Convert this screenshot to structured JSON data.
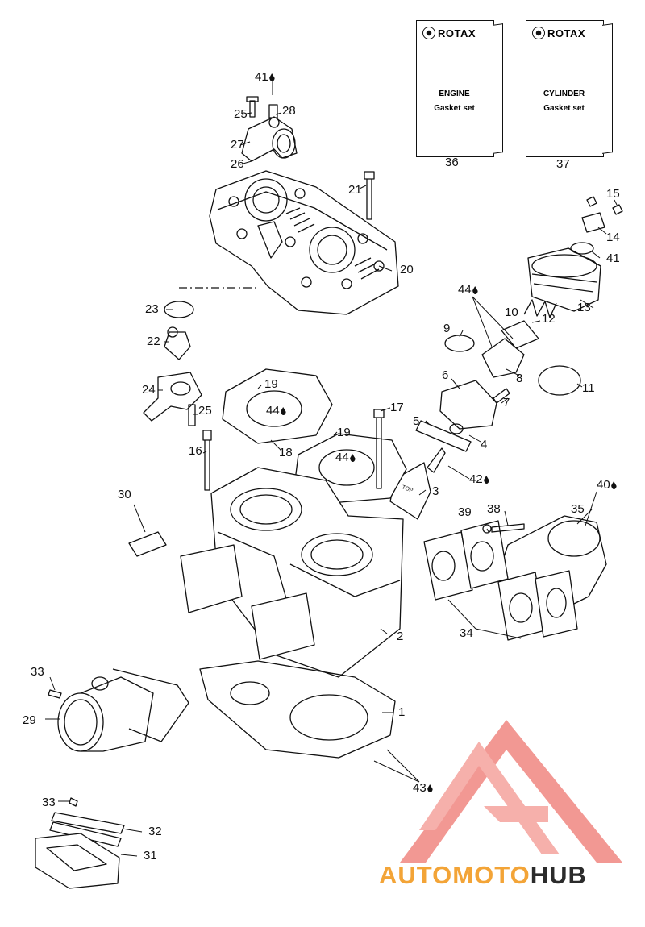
{
  "gasket_sets": [
    {
      "brand": "ROTAX",
      "line1": "ENGINE",
      "line2": "Gasket set",
      "ref": "36"
    },
    {
      "brand": "ROTAX",
      "line1": "CYLINDER",
      "line2": "Gasket set",
      "ref": "37"
    }
  ],
  "callouts": [
    {
      "id": "41a",
      "text": "41",
      "drop": true
    },
    {
      "id": "25a",
      "text": "25",
      "drop": false
    },
    {
      "id": "28",
      "text": "28",
      "drop": false
    },
    {
      "id": "27",
      "text": "27",
      "drop": false
    },
    {
      "id": "26",
      "text": "26",
      "drop": false
    },
    {
      "id": "21",
      "text": "21",
      "drop": false
    },
    {
      "id": "20",
      "text": "20",
      "drop": false
    },
    {
      "id": "15",
      "text": "15",
      "drop": false
    },
    {
      "id": "14",
      "text": "14",
      "drop": false
    },
    {
      "id": "41b",
      "text": "41",
      "drop": false
    },
    {
      "id": "13",
      "text": "13",
      "drop": false
    },
    {
      "id": "44a",
      "text": "44",
      "drop": true
    },
    {
      "id": "10",
      "text": "10",
      "drop": false
    },
    {
      "id": "12",
      "text": "12",
      "drop": false
    },
    {
      "id": "9",
      "text": "9",
      "drop": false
    },
    {
      "id": "8",
      "text": "8",
      "drop": false
    },
    {
      "id": "11",
      "text": "11",
      "drop": false
    },
    {
      "id": "6",
      "text": "6",
      "drop": false
    },
    {
      "id": "7",
      "text": "7",
      "drop": false
    },
    {
      "id": "5",
      "text": "5",
      "drop": false
    },
    {
      "id": "4",
      "text": "4",
      "drop": false
    },
    {
      "id": "23",
      "text": "23",
      "drop": false
    },
    {
      "id": "22",
      "text": "22",
      "drop": false
    },
    {
      "id": "24",
      "text": "24",
      "drop": false
    },
    {
      "id": "25b",
      "text": "25",
      "drop": false
    },
    {
      "id": "19a",
      "text": "19",
      "drop": false
    },
    {
      "id": "44b",
      "text": "44",
      "drop": true
    },
    {
      "id": "18",
      "text": "18",
      "drop": false
    },
    {
      "id": "19b",
      "text": "19",
      "drop": false
    },
    {
      "id": "44c",
      "text": "44",
      "drop": true
    },
    {
      "id": "17",
      "text": "17",
      "drop": false
    },
    {
      "id": "16",
      "text": "16",
      "drop": false
    },
    {
      "id": "42",
      "text": "42",
      "drop": true
    },
    {
      "id": "3",
      "text": "3",
      "drop": false
    },
    {
      "id": "40",
      "text": "40",
      "drop": true
    },
    {
      "id": "30",
      "text": "30",
      "drop": false
    },
    {
      "id": "39",
      "text": "39",
      "drop": false
    },
    {
      "id": "38",
      "text": "38",
      "drop": false
    },
    {
      "id": "35",
      "text": "35",
      "drop": false
    },
    {
      "id": "34",
      "text": "34",
      "drop": false
    },
    {
      "id": "2",
      "text": "2",
      "drop": false
    },
    {
      "id": "33a",
      "text": "33",
      "drop": false
    },
    {
      "id": "29",
      "text": "29",
      "drop": false
    },
    {
      "id": "1",
      "text": "1",
      "drop": false
    },
    {
      "id": "43",
      "text": "43",
      "drop": true
    },
    {
      "id": "33b",
      "text": "33",
      "drop": false
    },
    {
      "id": "32",
      "text": "32",
      "drop": false
    },
    {
      "id": "31",
      "text": "31",
      "drop": false
    }
  ],
  "piston_mark": "TOP",
  "watermark": {
    "part1": "AUTOMOTO",
    "part2": "HUB",
    "color1": "#f3a437",
    "color2": "#2b2b2b",
    "logo_color": "#e8453c"
  }
}
